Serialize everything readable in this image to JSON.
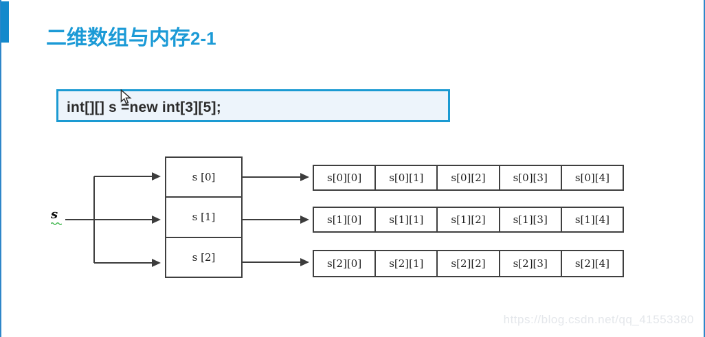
{
  "page": {
    "title_main": "二维数组与内存",
    "title_suffix": "2-1",
    "watermark": "https://blog.csdn.net/qq_41553380"
  },
  "code_box": {
    "code": "int[][] s =new int[3][5];"
  },
  "diagram": {
    "array_variable": "s",
    "pointer_cells": [
      "s [0]",
      "s [1]",
      "s [2]"
    ],
    "rows": [
      [
        "s[0][0]",
        "s[0][1]",
        "s[0][2]",
        "s[0][3]",
        "s[0][4]"
      ],
      [
        "s[1][0]",
        "s[1][1]",
        "s[1][2]",
        "s[1][3]",
        "s[1][4]"
      ],
      [
        "s[2][0]",
        "s[2][1]",
        "s[2][2]",
        "s[2][3]",
        "s[2][4]"
      ]
    ]
  },
  "icons": {
    "cursor": "mouse-pointer-icon",
    "squiggle": "spellcheck-squiggle-icon"
  },
  "colors": {
    "accent_blue": "#1b9ad6",
    "bar_blue": "#1489cc",
    "edge_blue": "#2e86c9",
    "code_border": "#1b9ad2",
    "code_bg": "#edf4fb",
    "diagram_line": "#3c3c3c",
    "squiggle_green": "#3cb54a",
    "watermark_gray": "#e4e7eb"
  }
}
